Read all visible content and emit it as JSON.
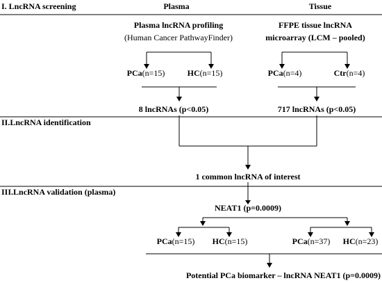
{
  "header": {
    "section1": "I. LncRNA screening",
    "plasma_col": "Plasma",
    "tissue_col": "Tissue"
  },
  "plasma": {
    "profiling_title": "Plasma lncRNA profiling",
    "profiling_sub": "(Human Cancer PathwayFinder)",
    "group1_name": "PCa",
    "group1_n": "(n=15)",
    "group2_name": "HC",
    "group2_n": "(n=15)",
    "result": "8 lncRNAs (p<0.05)"
  },
  "tissue": {
    "title_line1": "FFPE tissue lncRNA",
    "title_line2": "microarray (LCM – pooled)",
    "group1_name": "PCa",
    "group1_n": "(n=4)",
    "group2_name": "Ctr",
    "group2_n": "(n=4)",
    "result": "717 lncRNAs (p<0.05)"
  },
  "identification": {
    "section_title": "II.LncRNA identification",
    "result": "1 common lncRNA of interest"
  },
  "validation": {
    "section_title": "III.LncRNA validation (plasma)",
    "neat1": "NEAT1 (p=0.0009)",
    "left_g1_name": "PCa",
    "left_g1_n": "(n=15)",
    "left_g2_name": "HC",
    "left_g2_n": "(n=15)",
    "right_g1_name": "PCa",
    "right_g1_n": "(n=37)",
    "right_g2_name": "HC",
    "right_g2_n": "(n=23)",
    "conclusion": "Potential PCa biomarker – lncRNA NEAT1 (p=0.0009)"
  }
}
